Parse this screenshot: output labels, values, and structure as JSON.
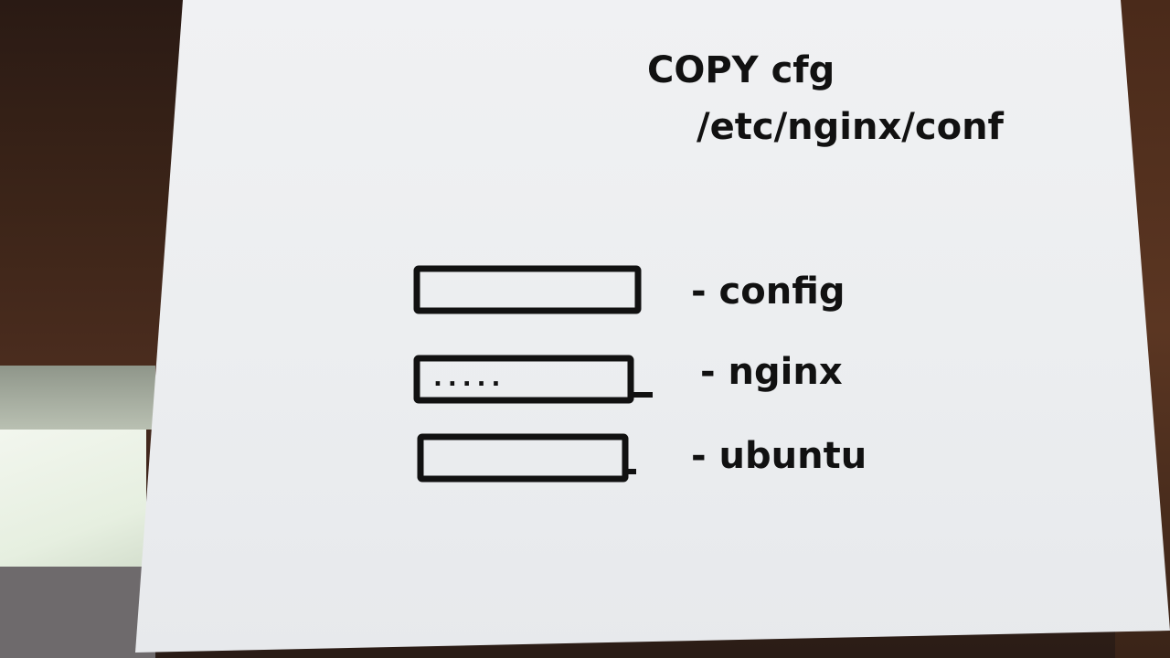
{
  "note": {
    "heading_line1": "COPY cfg",
    "heading_line2": "/etc/nginx/conf"
  },
  "layers": [
    {
      "label": "- config"
    },
    {
      "label": "- nginx",
      "content": "....."
    },
    {
      "label": "- ubuntu"
    }
  ],
  "colors": {
    "ink": "#111111",
    "paper": "#eceef0"
  }
}
